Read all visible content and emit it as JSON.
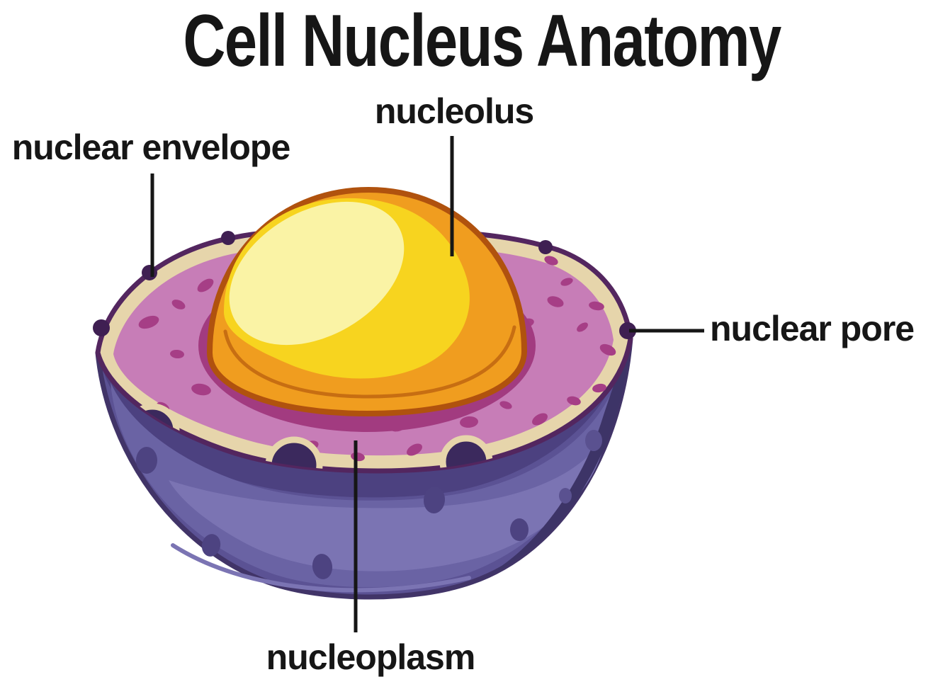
{
  "title": "Cell Nucleus Anatomy",
  "parts": [
    {
      "id": "nucleolus",
      "label": "nucleolus"
    },
    {
      "id": "nuclear-envelope",
      "label": "nuclear envelope"
    },
    {
      "id": "nuclear-pore",
      "label": "nuclear pore"
    },
    {
      "id": "nucleoplasm",
      "label": "nucleoplasm"
    }
  ],
  "colors": {
    "ink": "#161616",
    "background": "#ffffff",
    "outline": "#53265f",
    "cream": "#e6d5ab",
    "pink": "#c77db7",
    "pink_spot": "#a63e86",
    "ring": "#a23b80",
    "pore": "#3f1f52",
    "bump": "#3b295d",
    "dome_stroke": "#b0520e",
    "dome_orange": "#f09d1f",
    "dome_orange_rim": "#c76e12",
    "dome_yellow": "#f7d41f",
    "dome_highlight": "#faf3a5",
    "bowl_base": "#5b5294",
    "bowl_outline": "#413468",
    "bowl_dark_band": "#4c4180",
    "bowl_main": "#6a63a4",
    "bowl_light": "#7b74b3",
    "bowl_crescent": "#3d3467",
    "bowl_spot": "#4d4381",
    "bowl_spot_light": "#5a5190"
  },
  "diagram": {
    "nucleoplasm_spots": [
      [
        210,
        455,
        15,
        8,
        -20
      ],
      [
        252,
        430,
        10,
        6,
        25
      ],
      [
        290,
        403,
        13,
        7,
        -35
      ],
      [
        250,
        500,
        10,
        6,
        5
      ],
      [
        296,
        468,
        12,
        7,
        40
      ],
      [
        318,
        516,
        13,
        8,
        -15
      ],
      [
        342,
        482,
        8,
        5,
        20
      ],
      [
        284,
        550,
        14,
        8,
        10
      ],
      [
        360,
        548,
        9,
        6,
        -30
      ],
      [
        398,
        516,
        12,
        7,
        25
      ],
      [
        230,
        575,
        10,
        6,
        30
      ],
      [
        420,
        585,
        13,
        8,
        15
      ],
      [
        462,
        558,
        9,
        5,
        -25
      ],
      [
        510,
        580,
        15,
        8,
        5
      ],
      [
        562,
        602,
        12,
        7,
        -15
      ],
      [
        612,
        574,
        10,
        6,
        30
      ],
      [
        662,
        596,
        13,
        8,
        -5
      ],
      [
        714,
        572,
        9,
        5,
        20
      ],
      [
        762,
        592,
        12,
        7,
        -30
      ],
      [
        810,
        566,
        10,
        6,
        15
      ],
      [
        438,
        630,
        12,
        7,
        -20
      ],
      [
        505,
        645,
        10,
        6,
        10
      ],
      [
        585,
        635,
        12,
        7,
        -30
      ],
      [
        638,
        418,
        12,
        7,
        -25
      ],
      [
        670,
        452,
        9,
        5,
        15
      ],
      [
        704,
        420,
        13,
        7,
        35
      ],
      [
        744,
        456,
        10,
        6,
        -15
      ],
      [
        784,
        426,
        12,
        7,
        20
      ],
      [
        822,
        462,
        9,
        5,
        -35
      ],
      [
        842,
        432,
        11,
        6,
        10
      ],
      [
        800,
        398,
        9,
        5,
        -20
      ],
      [
        858,
        494,
        12,
        7,
        25
      ],
      [
        846,
        548,
        10,
        6,
        -10
      ],
      [
        778,
        368,
        10,
        6,
        20
      ]
    ],
    "bowl_spots": [
      [
        207,
        650,
        15,
        19,
        0
      ],
      [
        298,
        770,
        13,
        16,
        12
      ],
      [
        455,
        800,
        14,
        18,
        -8
      ],
      [
        613,
        706,
        15,
        19,
        5
      ],
      [
        733,
        748,
        13,
        16,
        0
      ]
    ],
    "bowl_spots_light": [
      [
        838,
        622,
        12,
        15,
        0
      ],
      [
        798,
        700,
        9,
        11,
        0
      ]
    ],
    "pores": [
      [
        143,
        463,
        12
      ],
      [
        211,
        385,
        11
      ],
      [
        322,
        336,
        10
      ],
      [
        770,
        349,
        10
      ],
      [
        886,
        467,
        12
      ]
    ],
    "bumps": [
      [
        215,
        608,
        34
      ],
      [
        415,
        657,
        36
      ],
      [
        658,
        652,
        33
      ]
    ]
  }
}
